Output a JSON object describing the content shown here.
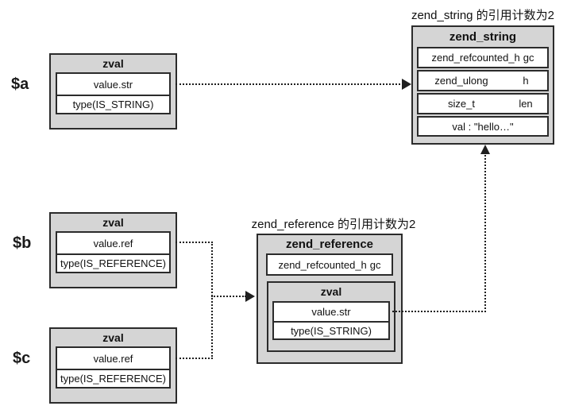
{
  "notes": {
    "zend_string": "zend_string 的引用计数为2",
    "zend_reference": "zend_reference 的引用计数为2"
  },
  "variables": {
    "a": "$a",
    "b": "$b",
    "c": "$c"
  },
  "zval_a": {
    "title": "zval",
    "value_row": "value.str",
    "type_row": "type(IS_STRING)"
  },
  "zval_b": {
    "title": "zval",
    "value_row": "value.ref",
    "type_row": "type(IS_REFERENCE)"
  },
  "zval_c": {
    "title": "zval",
    "value_row": "value.ref",
    "type_row": "type(IS_REFERENCE)"
  },
  "zend_string": {
    "title": "zend_string",
    "rows": [
      {
        "name": "zend_refcounted_h",
        "field": "gc"
      },
      {
        "name": "zend_ulong",
        "field": "h"
      },
      {
        "name": "size_t",
        "field": "len"
      },
      {
        "name": "val : \"hello…\"",
        "field": ""
      }
    ]
  },
  "zend_reference": {
    "title": "zend_reference",
    "gc_row": {
      "name": "zend_refcounted_h",
      "field": "gc"
    },
    "inner_zval": {
      "title": "zval",
      "value_row": "value.str",
      "type_row": "type(IS_STRING)"
    }
  },
  "colors": {
    "box_fill": "#d5d5d5",
    "row_fill": "#ffffff",
    "border": "#2b2b2b",
    "arrow": "#1f1f1f",
    "background": "#ffffff"
  }
}
